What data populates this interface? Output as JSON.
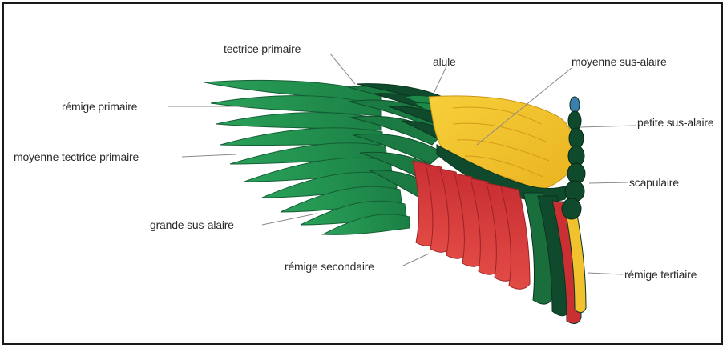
{
  "labels": {
    "tectrice_primaire": "tectrice primaire",
    "alule": "alule",
    "moyenne_sus_alaire": "moyenne sus-alaire",
    "remige_primaire": "rémige primaire",
    "petite_sus_alaire": "petite sus-alaire",
    "moyenne_tectrice_primaire": "moyenne tectrice primaire",
    "scapulaire": "scapulaire",
    "grande_sus_alaire": "grande sus-alaire",
    "remige_secondaire": "rémige secondaire",
    "remige_tertiaire": "rémige tertiaire"
  },
  "colors": {
    "primary_green": "#1f8a4c",
    "light_green": "#2fa05a",
    "dark_green": "#0f4a2c",
    "yellow": "#f2c12e",
    "red": "#d63a3a",
    "leader_line": "#8a8a8a"
  }
}
